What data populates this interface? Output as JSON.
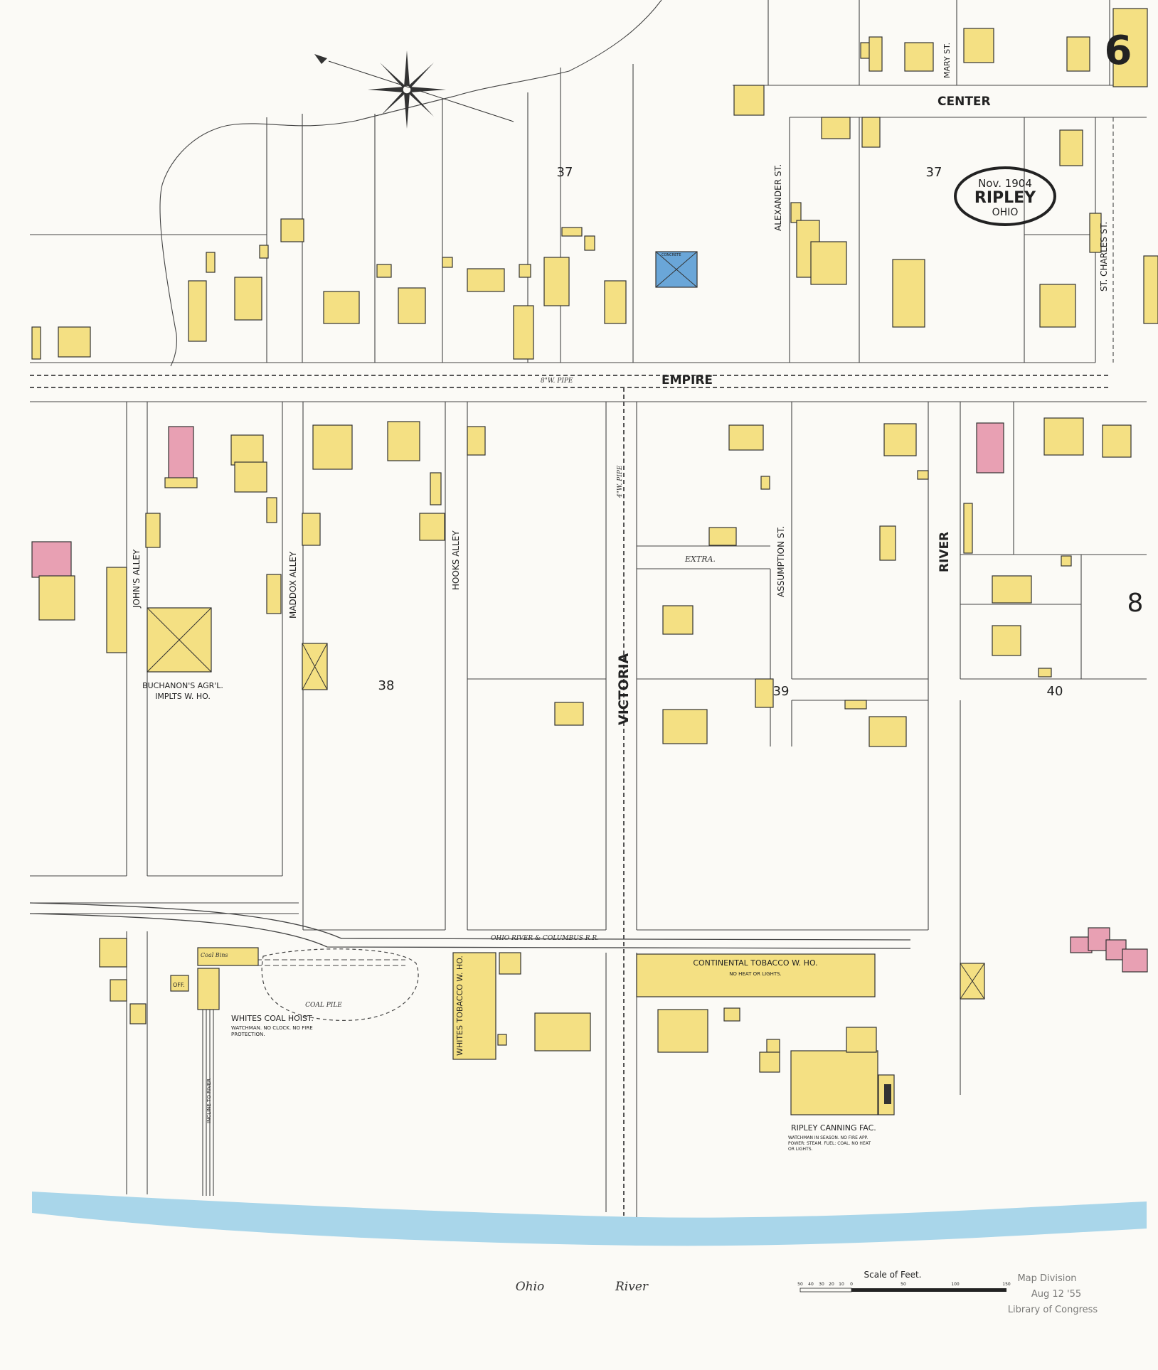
{
  "map": {
    "sheet_number": "6",
    "adjacent_sheet": "8",
    "cartouche": {
      "date": "Nov. 1904",
      "town": "RIPLEY",
      "state": "OHIO"
    },
    "stamp": {
      "line1": "Map Division",
      "line2": "Aug 12 '55",
      "line3": "Library of Congress"
    },
    "scale": {
      "title": "Scale of Feet.",
      "ticks": [
        "50",
        "40",
        "30",
        "20",
        "10",
        "0",
        "50",
        "100",
        "150"
      ]
    },
    "water": {
      "name_1": "Ohio",
      "name_2": "River"
    },
    "streets": {
      "center": "CENTER",
      "empire": "EMPIRE",
      "victoria": "VICTORIA",
      "river": "RIVER",
      "alexander": "ALEXANDER ST.",
      "assumption": "ASSUMPTION ST.",
      "st_charles": "ST. CHARLES ST.",
      "mary": "MARY ST.",
      "johns_alley": "JOHN'S ALLEY",
      "maddox_alley": "MADDOX ALLEY",
      "hooks_alley": "HOOKS ALLEY",
      "extra": "EXTRA.",
      "railroad": "OHIO RIVER & COLUMBUS R.R."
    },
    "blocks": {
      "b37a": "37",
      "b37b": "37",
      "b38": "38",
      "b39": "39",
      "b40": "40"
    },
    "places": {
      "buchanon_1": "BUCHANON'S AGR'L.",
      "buchanon_2": "IMPLTS W. HO.",
      "whites_coal": "WHITES COAL HOIST.",
      "whites_coal_note_1": "WATCHMAN. NO CLOCK. NO FIRE",
      "whites_coal_note_2": "PROTECTION.",
      "whites_tobacco": "WHITES TOBACCO W. HO.",
      "continental": "CONTINENTAL TOBACCO W. HO.",
      "continental_note": "NO HEAT OR LIGHTS.",
      "canning": "RIPLEY CANNING FAC.",
      "canning_note_1": "WATCHMAN IN SEASON. NO FIRE APP.",
      "canning_note_2": "POWER: STEAM. FUEL: COAL. NO HEAT",
      "canning_note_3": "OR LIGHTS.",
      "coal_pile": "COAL PILE",
      "coal_bins": "Coal Bins",
      "off": "OFF.",
      "concrete": "CONCRETE",
      "incline": "INCLINE TO RIVER"
    },
    "pipes": {
      "empire_pipe": "8\"W. PIPE",
      "victoria_pipe": "4\"W. PIPE"
    },
    "colors": {
      "frame": "#f4e083",
      "brick": "#e8a0b3",
      "concrete": "#6aa6d8",
      "river": "#a9d6ea"
    }
  }
}
